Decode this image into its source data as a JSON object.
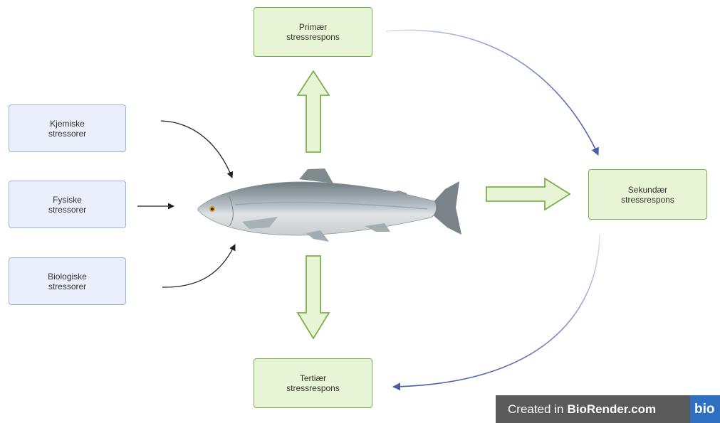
{
  "stressors": [
    {
      "label": "Kjemiske\nstressorer"
    },
    {
      "label": "Fysiske\nstressorer"
    },
    {
      "label": "Biologiske\nstressorer"
    }
  ],
  "responses": {
    "primary": "Primær\nstressrespons",
    "secondary": "Sekundær\nstressrespons",
    "tertiary": "Tertiær\nstressrespons"
  },
  "footer": {
    "created_in": "Created in",
    "brand": "BioRender.com",
    "logo": "bio"
  },
  "colors": {
    "stressor_fill": "#e9f0fb",
    "stressor_border": "#9db3d8",
    "response_fill": "#e8f4d6",
    "response_border": "#7cae4e",
    "cycle_arrow": "#4a5ea8"
  }
}
